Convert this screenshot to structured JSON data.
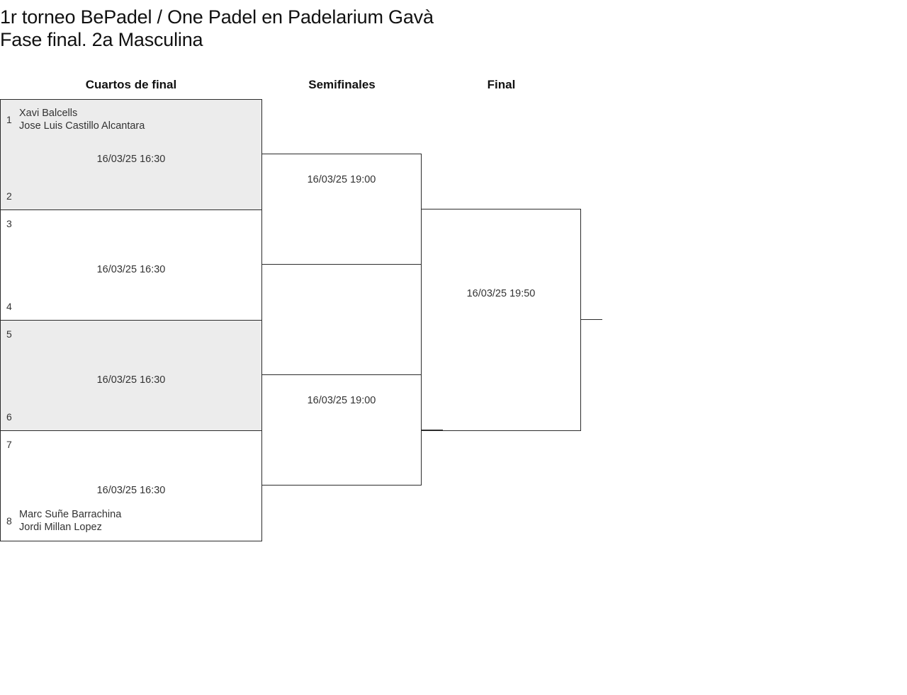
{
  "title": {
    "line1": "1r torneo BePadel / One Padel en Padelarium Gavà",
    "line2": "Fase final. 2a Masculina"
  },
  "rounds": [
    {
      "name": "Cuartos de final"
    },
    {
      "name": "Semifinales"
    },
    {
      "name": "Final"
    }
  ],
  "quarterfinals": [
    {
      "seed_top": "1",
      "players_top": "Xavi Balcells\nJose Luis Castillo Alcantara",
      "seed_bottom": "2",
      "players_bottom": "",
      "date": "16/03/25 16:30",
      "shaded": true
    },
    {
      "seed_top": "3",
      "players_top": "",
      "seed_bottom": "4",
      "players_bottom": "",
      "date": "16/03/25 16:30",
      "shaded": false
    },
    {
      "seed_top": "5",
      "players_top": "",
      "seed_bottom": "6",
      "players_bottom": "",
      "date": "16/03/25 16:30",
      "shaded": true
    },
    {
      "seed_top": "7",
      "players_top": "",
      "seed_bottom": "8",
      "players_bottom": "Marc Suñe Barrachina\nJordi Millan Lopez",
      "date": "16/03/25 16:30",
      "shaded": false
    }
  ],
  "semifinals": [
    {
      "date": "16/03/25 19:00",
      "players_top": "",
      "players_bottom": ""
    },
    {
      "date": "16/03/25 19:00",
      "players_top": "",
      "players_bottom": ""
    }
  ],
  "final": {
    "date": "16/03/25 19:50",
    "players_top": "",
    "players_bottom": ""
  },
  "colors": {
    "border": "#2b2b2b",
    "shaded_row": "#ececec",
    "text": "#333333",
    "title": "#111111",
    "background": "#ffffff"
  }
}
